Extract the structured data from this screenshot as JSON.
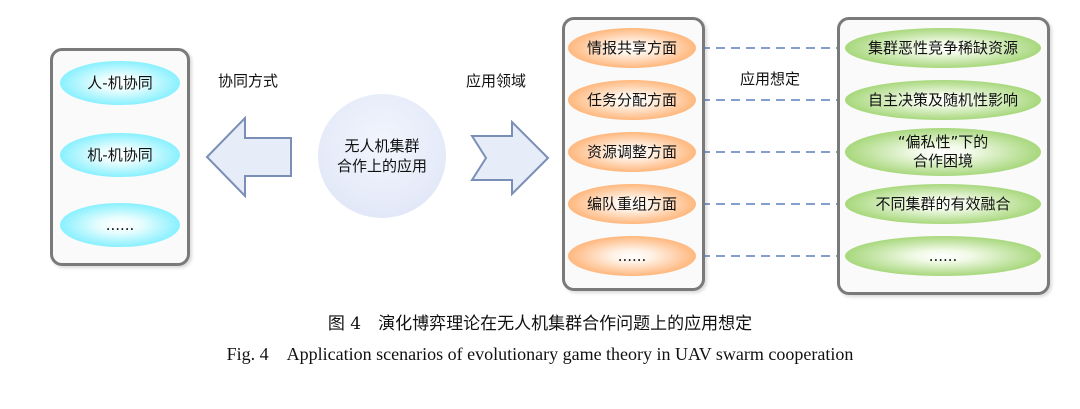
{
  "left_panel": {
    "items": [
      "人-机协同",
      "机-机协同",
      "......"
    ]
  },
  "label_cooperation_mode": "协同方式",
  "center_text": "无人机集群\n合作上的应用",
  "label_application_field": "应用领域",
  "middle_panel": {
    "items": [
      "情报共享方面",
      "任务分配方面",
      "资源调整方面",
      "编队重组方面",
      "......"
    ]
  },
  "label_application_idea": "应用想定",
  "right_panel": {
    "items": [
      "集群恶性竞争稀缺资源",
      "自主决策及随机性影响",
      "“偏私性”下的\n合作困境",
      "不同集群的有效融合",
      "......"
    ]
  },
  "caption_cn": "图 4　演化博弈理论在无人机集群合作问题上的应用想定",
  "caption_en": "Fig. 4　Application scenarios of evolutionary game theory in UAV swarm cooperation",
  "colors": {
    "cyan": "#35d9f2",
    "orange": "#f18a3a",
    "green": "#6bb443",
    "dash": "#5b7fbf",
    "arrow_fill": "#e6ecf8",
    "arrow_stroke": "#7b8fb6"
  }
}
